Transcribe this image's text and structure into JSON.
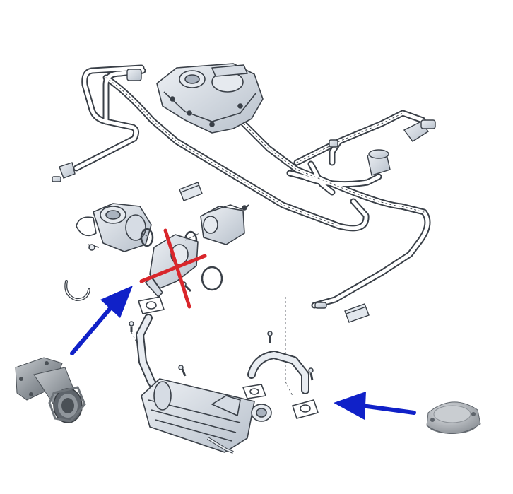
{
  "diagram": {
    "colors": {
      "background": "#ffffff",
      "line": "#3a4048",
      "part_fill": "#d6dce4",
      "part_shade": "#aab3bf",
      "hose_fill": "#e8ecf1",
      "cross": "#d9262b",
      "arrow": "#1021c8",
      "photo_metal": "#9aa0a6",
      "photo_metal_dark": "#5e646b"
    },
    "icons": {
      "cross": "red-x-mark",
      "arrow_left": "blue-arrow-up-right",
      "arrow_right": "blue-arrow-left",
      "photo_pipe": "egr-delete-pipe-photo",
      "photo_plate": "egr-blanking-plate-photo"
    }
  }
}
